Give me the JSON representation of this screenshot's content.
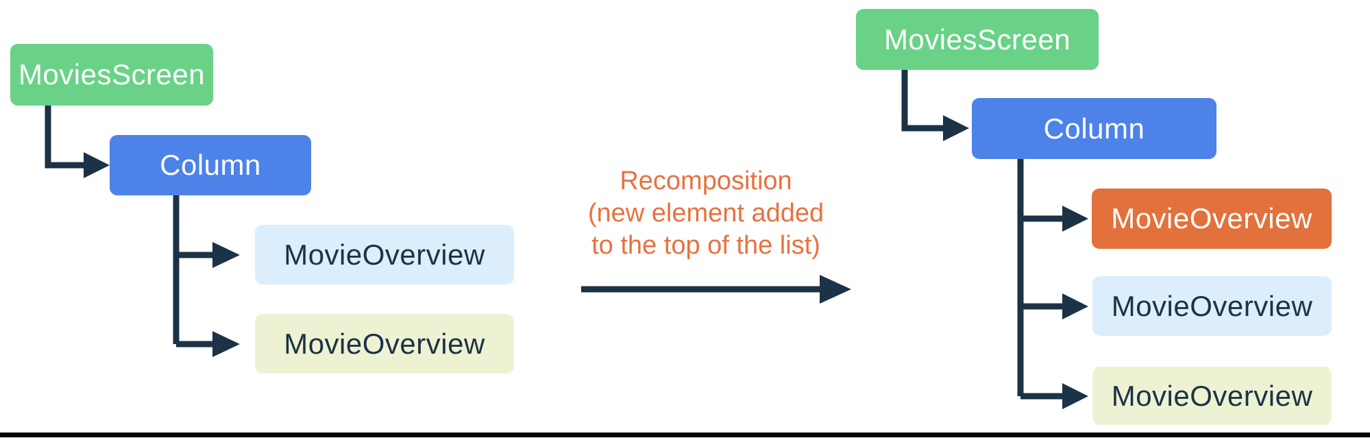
{
  "left_tree": {
    "movies_screen": {
      "label": "MoviesScreen"
    },
    "column": {
      "label": "Column"
    },
    "children": [
      {
        "label": "MovieOverview",
        "variant": "light-blue"
      },
      {
        "label": "MovieOverview",
        "variant": "light-yellow"
      }
    ]
  },
  "right_tree": {
    "movies_screen": {
      "label": "MoviesScreen"
    },
    "column": {
      "label": "Column"
    },
    "children": [
      {
        "label": "MovieOverview",
        "variant": "orange-highlight-new-element"
      },
      {
        "label": "MovieOverview",
        "variant": "light-blue"
      },
      {
        "label": "MovieOverview",
        "variant": "light-yellow"
      }
    ]
  },
  "annotation": {
    "line1": "Recomposition",
    "line2": "(new element added",
    "line3": "to the top of the list)"
  },
  "colors": {
    "page_bg": "#FFFFFF",
    "node_green": "#69D287",
    "node_blue": "#4D82E8",
    "node_orange": "#E2713C",
    "node_light_blue": "#DCEDFB",
    "node_light_yellow": "#EDF2D2",
    "annotation_orange": "#E87140",
    "connector_dark": "#1C3246",
    "text_on_color": "#FFFFFF",
    "text_on_light": "#1C3246",
    "bottom_bar": "#060606"
  }
}
